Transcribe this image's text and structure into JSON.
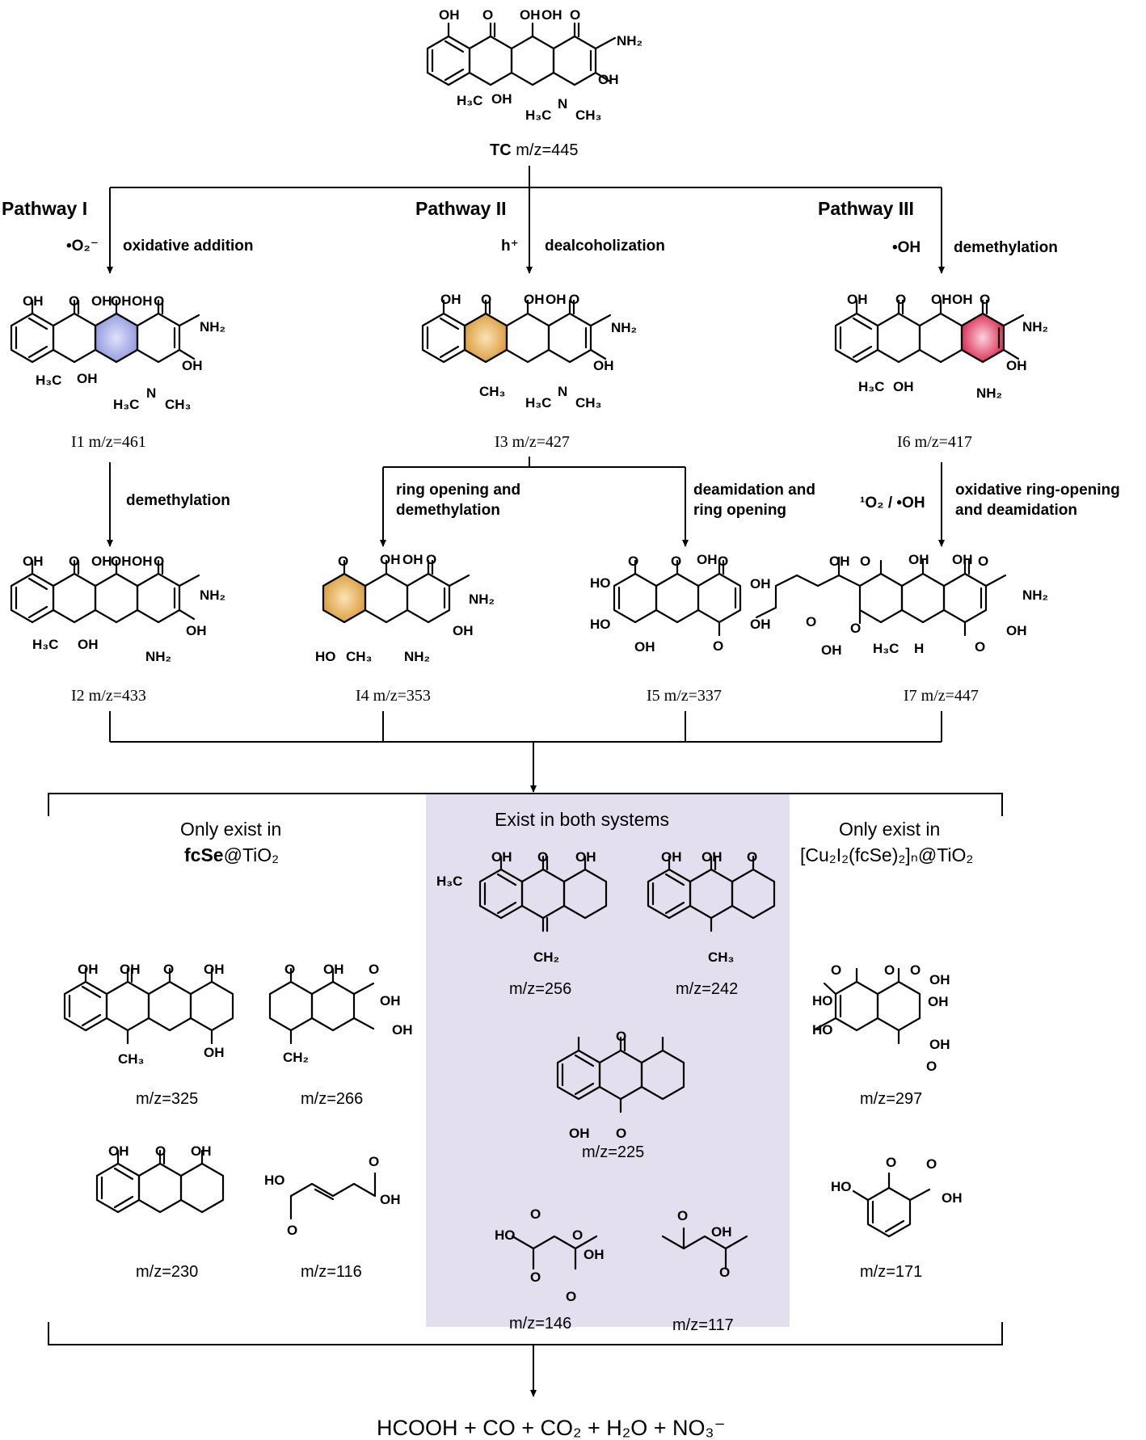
{
  "colors": {
    "shared_panel": "#e3dfee",
    "pathway1_highlight": "#aab0e8",
    "pathway2_highlight": "#e8b055",
    "pathway3_highlight": "#e85070",
    "amine_blue": "#1a2a9a",
    "orange": "#f0a020",
    "red": "#e8174a"
  },
  "parent": {
    "name": "TC",
    "mz": "m/z=445"
  },
  "pathways": [
    {
      "title": "Pathway I",
      "species": "•O₂⁻",
      "condition": "oxidative addition"
    },
    {
      "title": "Pathway II",
      "species": "h⁺",
      "condition": "dealcoholization"
    },
    {
      "title": "Pathway III",
      "species": "•OH",
      "condition": "demethylation"
    }
  ],
  "intermediates": {
    "I1": "I1 m/z=461",
    "I2": "I2 m/z=433",
    "I3": "I3 m/z=427",
    "I4": "I4 m/z=353",
    "I5": "I5 m/z=337",
    "I6": "I6 m/z=417",
    "I7": "I7 m/z=447"
  },
  "steps": {
    "i1_to_i2": "demethylation",
    "i3_to_i4_a": "ring opening and",
    "i3_to_i4_b": "demethylation",
    "i3_to_i5_a": "deamidation and",
    "i3_to_i5_b": "ring opening",
    "i6_species": "¹O₂ / •OH",
    "i6_to_i7_a": "oxidative ring-opening",
    "i6_to_i7_b": "and deamidation"
  },
  "groups": {
    "left_line1": "Only exist in",
    "left_line2_bold": "fcSe",
    "left_line2_rest": "@TiO₂",
    "middle": "Exist in both systems",
    "right_line1": "Only exist in",
    "right_line2": "[Cu₂I₂(fcSe)₂]ₙ@TiO₂"
  },
  "products": {
    "left": [
      "m/z=325",
      "m/z=266",
      "m/z=230",
      "m/z=116"
    ],
    "middle": [
      "m/z=256",
      "m/z=242",
      "m/z=225",
      "m/z=146",
      "m/z=117"
    ],
    "right": [
      "m/z=297",
      "m/z=171"
    ]
  },
  "final_products": "HCOOH + CO + CO₂ + H₂O + NO₃⁻"
}
